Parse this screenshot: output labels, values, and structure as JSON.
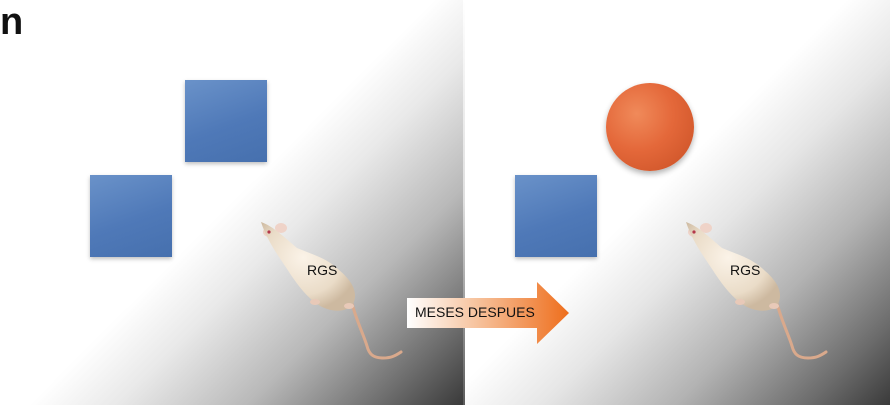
{
  "panel_label": "n",
  "rat_label": "RGS",
  "arrow_label": "MESES DESPUES",
  "colors": {
    "square": "#4f79b8",
    "circle": "#e4683a",
    "arrow_start": "#ffffff",
    "arrow_end": "#ee6e1c"
  },
  "icons": {
    "rat": "rat-icon",
    "arrow": "arrow-right-icon"
  }
}
